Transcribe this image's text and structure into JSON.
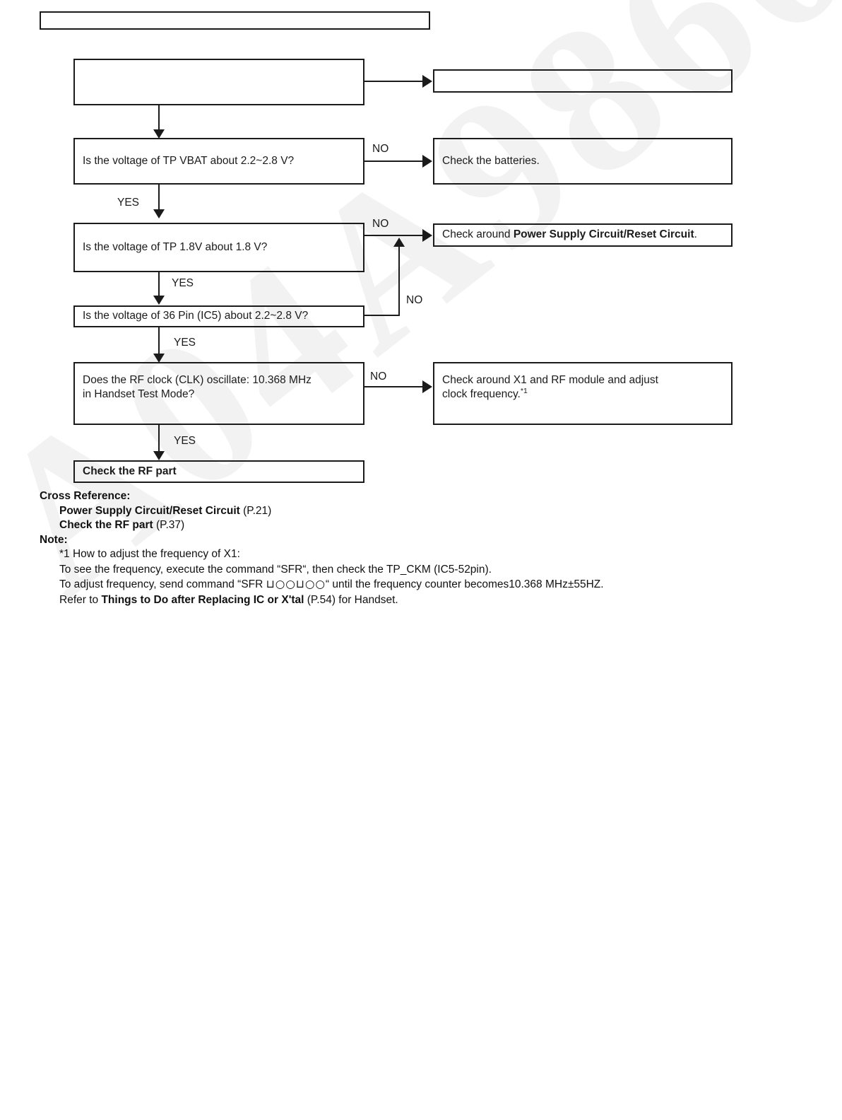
{
  "page": {
    "watermark_text": "A04A9860"
  },
  "header_bar": {
    "text": ""
  },
  "flowchart": {
    "start_box": {
      "text": ""
    },
    "start_result_box": {
      "text": ""
    },
    "steps": [
      {
        "question": "Is the voltage of TP VBAT about 2.2~2.8 V?",
        "no_label": "NO",
        "yes_label": "YES",
        "result": "Check the batteries."
      },
      {
        "question": "Is the voltage of TP 1.8V about 1.8 V?",
        "no_label": "NO",
        "yes_label": "YES",
        "result_prefix": "Check around ",
        "result_bold": "Power Supply Circuit/Reset Circuit",
        "result_suffix": "."
      },
      {
        "question": "Is the voltage of 36 Pin (IC5) about 2.2~2.8 V?",
        "no_label": "NO",
        "yes_label": "YES"
      },
      {
        "question_line1": "Does the RF clock (CLK) oscillate: 10.368 MHz",
        "question_line2": "in Handset Test Mode?",
        "no_label": "NO",
        "yes_label": "YES",
        "result_line1": "Check around X1 and RF module and adjust",
        "result_line2": "clock frequency.",
        "result_footnote": "*1"
      }
    ],
    "final_box": {
      "text": "Check the RF part"
    }
  },
  "cross_reference": {
    "heading": "Cross Reference:",
    "items": [
      {
        "title": "Power Supply Circuit/Reset Circuit",
        "page": "(P.21)"
      },
      {
        "title": "Check the RF part",
        "page": "(P.37)"
      }
    ]
  },
  "note": {
    "heading": "Note:",
    "line1": "*1 How to adjust the frequency of X1:",
    "line2": "To see the frequency, execute the command “SFR“, then check the TP_CKM (IC5-52pin).",
    "line3_prefix": "To adjust frequency, send command “SFR ",
    "line3_symbols": "⊔○○⊔○○",
    "line3_suffix": "“ until the frequency counter becomes10.368 MHz±55HZ.",
    "line4_prefix": "Refer to ",
    "line4_bold": "Things to Do after Replacing IC or X'tal",
    "line4_suffix": " (P.54) for Handset."
  }
}
